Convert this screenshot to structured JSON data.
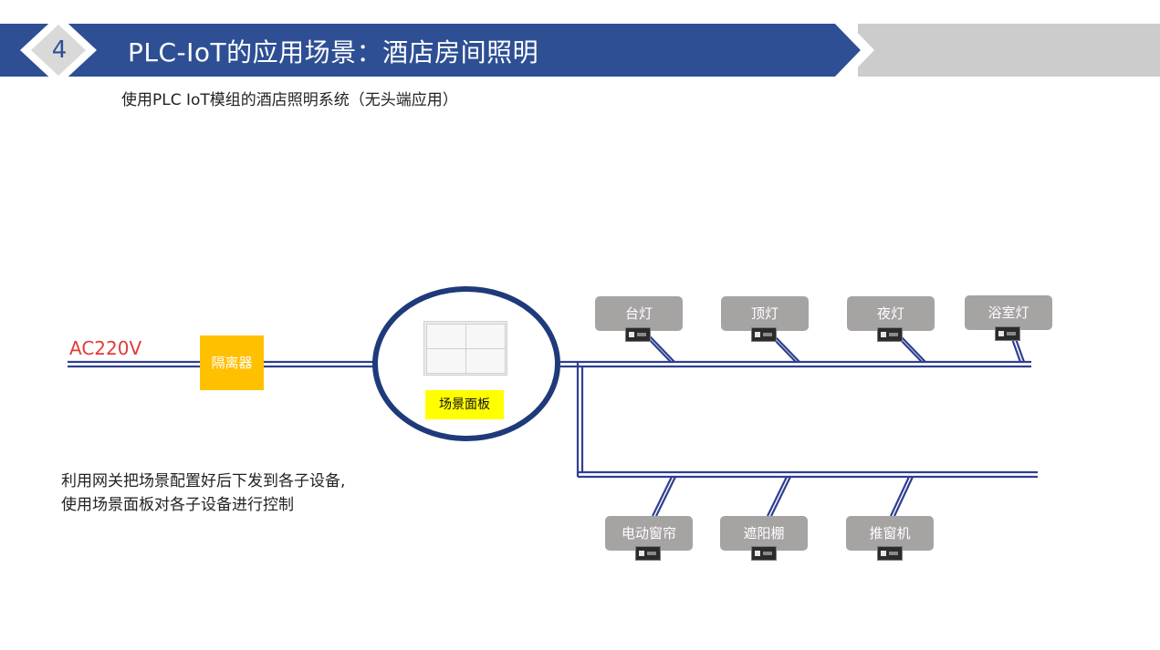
{
  "header": {
    "number": "4",
    "title": "PLC-IoT的应用场景：酒店房间照明",
    "subtitle": "使用PLC IoT模组的酒店照明系统（无头端应用）"
  },
  "diagram": {
    "ac_label": "AC220V",
    "isolator_label": "隔离器",
    "scene_panel_label": "场景面板",
    "top_devices": [
      {
        "label": "台灯"
      },
      {
        "label": "顶灯"
      },
      {
        "label": "夜灯"
      },
      {
        "label": "浴室灯"
      }
    ],
    "bottom_devices": [
      {
        "label": "电动窗帘"
      },
      {
        "label": "遮阳棚"
      },
      {
        "label": "推窗机"
      }
    ]
  },
  "note": {
    "line1": "利用网关把场景配置好后下发到各子设备,",
    "line2": "使用场景面板对各子设备进行控制"
  },
  "colors": {
    "header_blue": "#2e4f94",
    "line_blue": "#2e3f8f",
    "isolator": "#ffc000",
    "ac_text": "#e23a3a",
    "device_gray": "#a6a3a3"
  }
}
